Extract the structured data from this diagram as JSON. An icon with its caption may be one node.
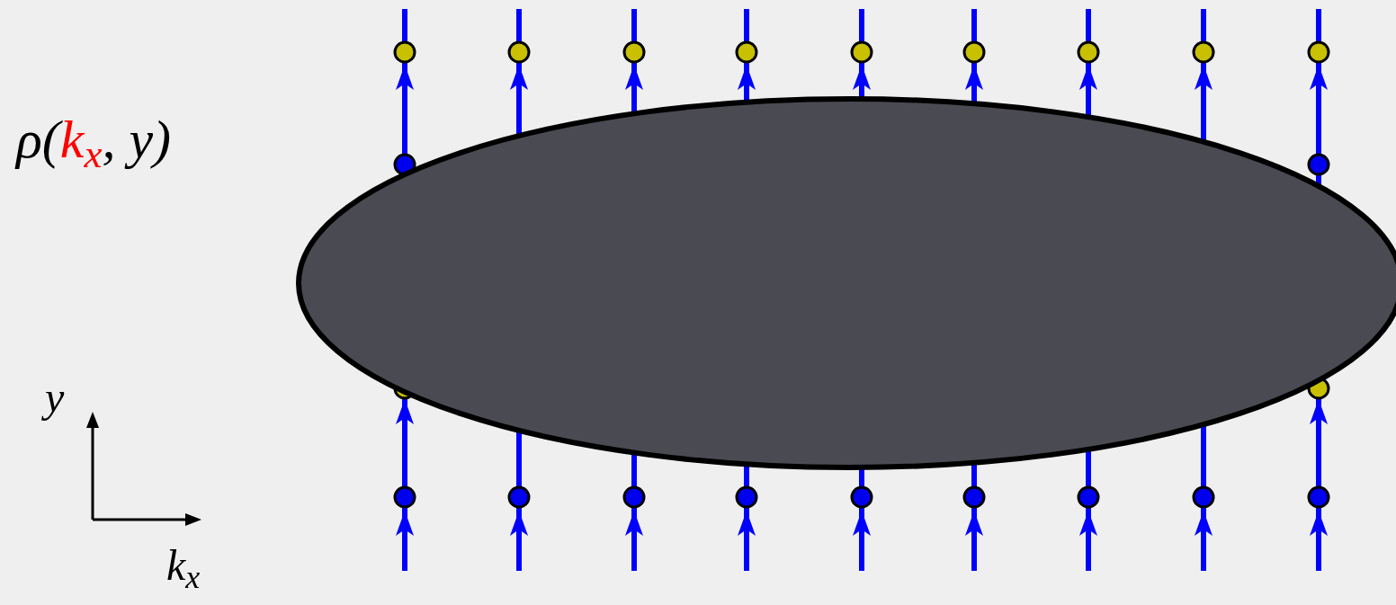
{
  "diagram": {
    "labels": [
      "ρ(",
      "k$_{x}$",
      ", y)",
      "y",
      "k$_{x}$"
    ]
  }
}
